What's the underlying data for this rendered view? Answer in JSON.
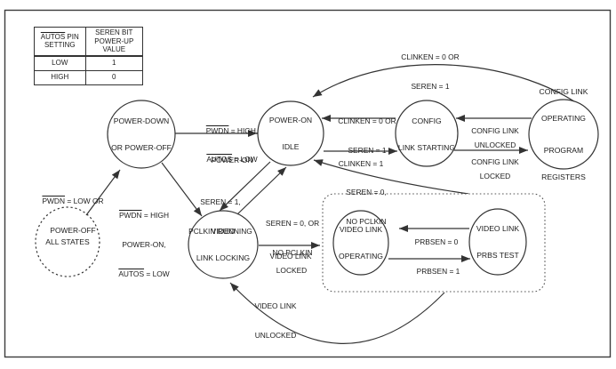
{
  "figure": {
    "type": "power-up-state-diagram"
  },
  "colors": {
    "line": "#333333",
    "text": "#1c1c1c",
    "background": "#ffffff"
  },
  "table": {
    "header": {
      "col1_signal": "AUTOS",
      "col1_rest": " PIN",
      "col1_line2": "SETTING",
      "col2_line1": "SEREN BIT",
      "col2_line2": "POWER-UP VALUE"
    },
    "rows": [
      {
        "setting": "LOW",
        "value": "1"
      },
      {
        "setting": "HIGH",
        "value": "0"
      }
    ]
  },
  "states": {
    "power_down": {
      "line1": "POWER-DOWN",
      "line2": "OR POWER-OFF"
    },
    "power_on_idle": {
      "line1": "POWER-ON",
      "line2": "IDLE"
    },
    "config_link_starting": {
      "line1": "CONFIG",
      "line2": "LINK STARTING"
    },
    "config_link_operating": {
      "line1": "CONFIG LINK",
      "line2": "OPERATING",
      "line3": "PROGRAM",
      "line4": "REGISTERS"
    },
    "all_states": {
      "line1": "ALL STATES"
    },
    "video_link_locking": {
      "line1": "VIDEO",
      "line2": "LINK LOCKING"
    },
    "video_link_operating": {
      "line1": "VIDEO LINK",
      "line2": "OPERATING"
    },
    "video_link_prbs_test": {
      "line1": "VIDEO LINK",
      "line2": "PRBS TEST"
    }
  },
  "transitions": {
    "power_down_to_idle": {
      "sig1": "PWDN",
      "rest1": " = HIGH,",
      "line2": "POWER-ON",
      "sig3": "AUTOS",
      "rest3": " = LOW"
    },
    "operating_to_idle_top": {
      "line1": "CLINKEN = 0 OR",
      "line2": "SEREN = 1"
    },
    "starting_to_idle": {
      "line1": "CLINKEN = 0 OR",
      "line2": "SEREN = 1"
    },
    "idle_to_starting": {
      "line1": "CLINKEN = 1"
    },
    "config_link_unlocked": {
      "line1": "CONFIG LINK",
      "line2": "UNLOCKED"
    },
    "config_link_locked": {
      "line1": "CONFIG LINK",
      "line2": "LOCKED"
    },
    "all_states_to_power_down": {
      "sig1": "PWDN",
      "rest1": " = LOW OR",
      "line2": "POWER-OFF"
    },
    "power_down_to_locking": {
      "sig1": "PWDN",
      "rest1": " = HIGH",
      "line2": "POWER-ON,",
      "sig3": "AUTOS",
      "rest3": " = LOW"
    },
    "idle_to_locking": {
      "line1": "SEREN = 1,",
      "line2": "PCLKIN RUNNING"
    },
    "locking_to_idle": {
      "line1": "SEREN = 0, OR",
      "line2": "NO PCLKIN"
    },
    "video_box_to_idle": {
      "line1": "SEREN = 0,",
      "line2": "NO PCLKIN"
    },
    "video_link_locked": {
      "line1": "VIDEO LINK",
      "line2": "LOCKED"
    },
    "prbsen_0": {
      "line1": "PRBSEN = 0"
    },
    "prbsen_1": {
      "line1": "PRBSEN = 1"
    },
    "video_link_unlocked": {
      "line1": "VIDEO LINK",
      "line2": "UNLOCKED"
    }
  }
}
